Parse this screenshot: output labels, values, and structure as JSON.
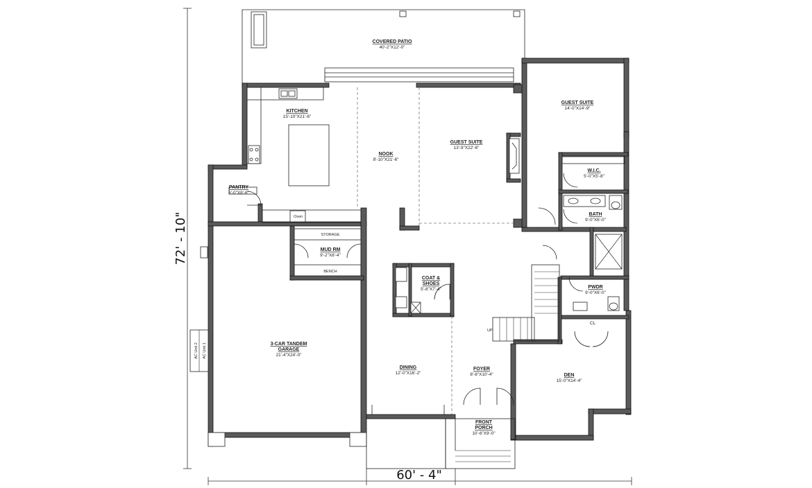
{
  "dimensions": {
    "overall_depth": "72' - 10\"",
    "overall_width": "60' - 4\""
  },
  "rooms": {
    "covered_patio": {
      "name": "COVERED PATIO",
      "size": "40'-2\"X12'-0\""
    },
    "kitchen": {
      "name": "KITCHEN",
      "size": "15'-10\"X21'-6\""
    },
    "nook": {
      "name": "NOOK",
      "size": "8'-10\"X21'-6\""
    },
    "guest_suite_main": {
      "name": "GUEST SUITE",
      "size": "13'-9\"X22'-6\""
    },
    "guest_suite_right": {
      "name": "GUEST SUITE",
      "size": "14'-0\"X14'-9\""
    },
    "wic": {
      "name": "W.I.C.",
      "size": "5'-0\"X5'-8\""
    },
    "bath": {
      "name": "BATH",
      "size": "9'-0\"X6'-0\""
    },
    "pantry": {
      "name": "PANTRY",
      "size": "6'-0\"X8'-6\""
    },
    "mud_rm": {
      "name": "MUD RM",
      "size": "9'-2\"X8'-4\""
    },
    "coat_shoes": {
      "name_line1": "COAT &",
      "name_line2": "SHOES",
      "size": "5'-8\"X7'-4\""
    },
    "pwdr": {
      "name": "PWDR",
      "size": "9'-0\"X6'-0\""
    },
    "garage": {
      "name_line1": "3-CAR TANDEM",
      "name_line2": "GARAGE",
      "size": "21'-4\"X24'-0\""
    },
    "dining": {
      "name": "DINING",
      "size": "12'-0\"X16'-2\""
    },
    "foyer": {
      "name": "FOYER",
      "size": "8'-8\"X10'-4\""
    },
    "den": {
      "name": "DEN",
      "size": "15'-0\"X14'-4\""
    },
    "front_porch": {
      "name_line1": "FRONT",
      "name_line2": "PORCH",
      "size": "10'-6\"X9'-0\""
    }
  },
  "fixtures": {
    "storage": "STORAGE",
    "bench": "BENCH",
    "oven": "Oven",
    "closet": "CL",
    "stair_up": "UP",
    "ac_unit_1": "AC Unit 1",
    "ac_unit_2": "AC Unit 2"
  }
}
